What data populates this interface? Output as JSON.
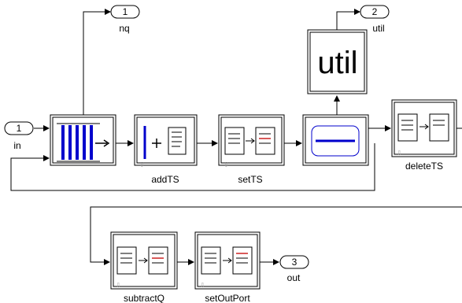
{
  "ports": {
    "in_1": {
      "number": "1",
      "label": "in"
    },
    "out_nq": {
      "number": "1",
      "label": "nq"
    },
    "out_util": {
      "number": "2",
      "label": "util"
    },
    "out_out": {
      "number": "3",
      "label": "out"
    }
  },
  "blocks": {
    "queue": {
      "label": ""
    },
    "addTS": {
      "label": "addTS"
    },
    "setTS": {
      "label": "setTS"
    },
    "server": {
      "label": ""
    },
    "util": {
      "label": "util"
    },
    "deleteTS": {
      "label": "deleteTS"
    },
    "subtractQ": {
      "label": "subtractQ"
    },
    "setOutPort": {
      "label": "setOutPort"
    }
  },
  "colors": {
    "entity_blue": "#0000cc",
    "attribute_red": "#cc2222"
  }
}
